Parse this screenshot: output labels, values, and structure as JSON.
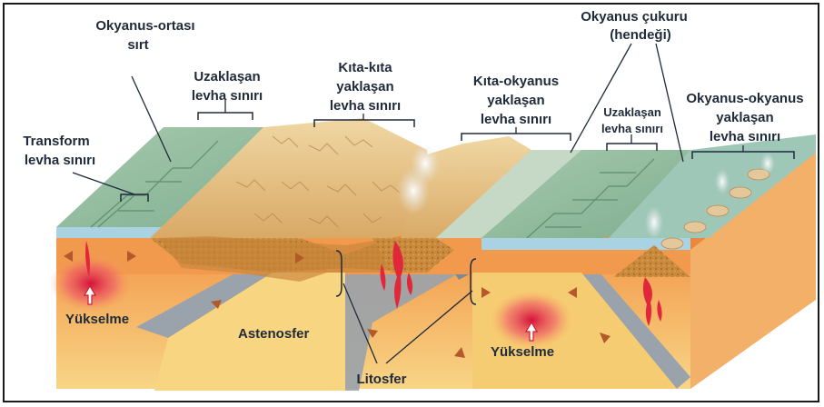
{
  "labels": {
    "mid_ocean_ridge": [
      "Okyanus-ortası",
      "sırt"
    ],
    "divergent_left": [
      "Uzaklaşan",
      "levha sınırı"
    ],
    "continent_continent": [
      "Kıta-kıta",
      "yaklaşan",
      "levha sınırı"
    ],
    "continent_ocean": [
      "Kıta-okyanus",
      "yaklaşan",
      "levha sınırı"
    ],
    "ocean_trench": [
      "Okyanus çukuru",
      "(hendeği)"
    ],
    "divergent_right": [
      "Uzaklaşan",
      "levha sınırı"
    ],
    "ocean_ocean": [
      "Okyanus-okyanus",
      "yaklaşan",
      "levha sınırı"
    ],
    "transform": [
      "Transform",
      "levha sınırı"
    ],
    "upwelling_left": "Yükselme",
    "upwelling_right": "Yükselme",
    "asthenosphere": "Astenosfer",
    "lithosphere": "Litosfer"
  },
  "colors": {
    "ocean_surface": "#9cc3a6",
    "ocean_edge": "#a9d2e3",
    "lithosphere": "#f0a25a",
    "asthenosphere": "#f7c96a",
    "mantle_deep": "#f6dd7e",
    "continent": "#e7c48a",
    "magma": "#e0283a",
    "plate_grey": "#8e96a0",
    "text": "#1f2a3a"
  }
}
